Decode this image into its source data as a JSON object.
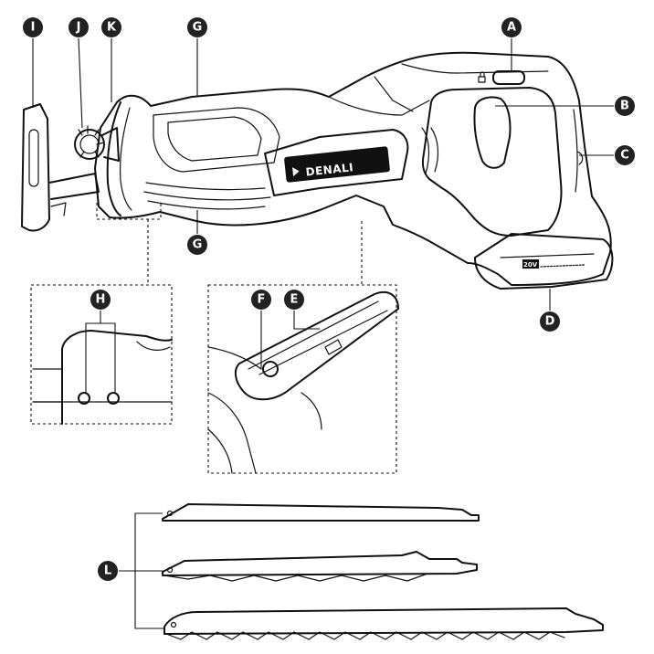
{
  "brand": {
    "name": "DENALI",
    "battery_badge": "20V"
  },
  "callouts": {
    "A": "A",
    "B": "B",
    "C": "C",
    "D": "D",
    "E": "E",
    "F": "F",
    "G": "G",
    "H": "H",
    "I": "I",
    "J": "J",
    "K": "K",
    "L": "L"
  },
  "colors": {
    "ink": "#111111",
    "badge_fill": "#222222",
    "background": "#ffffff"
  }
}
